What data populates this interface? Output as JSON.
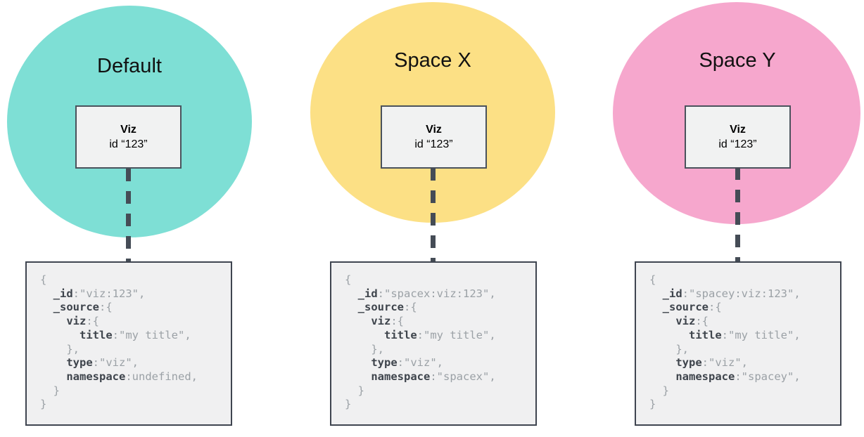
{
  "colors": {
    "title_text": "#111111",
    "card_fill": "#f1f2f2",
    "card_border": "#4a525c",
    "connector": "#454c56",
    "code_box_fill": "#f0f0f1",
    "code_box_border": "#3f4550",
    "code_key": "#3e444c",
    "code_value": "#9ba1a6"
  },
  "columns": [
    {
      "space_label": "Default",
      "circle_color": "#7edfd5",
      "viz_card": {
        "title": "Viz",
        "subtitle": "id “123”"
      },
      "code": {
        "lines": [
          [
            [
              "p",
              "{"
            ]
          ],
          [
            [
              "ind",
              "  "
            ],
            [
              "k",
              "_id"
            ],
            [
              "p",
              ":"
            ],
            [
              "v",
              "\"viz:123\","
            ]
          ],
          [
            [
              "ind",
              "  "
            ],
            [
              "k",
              "_source"
            ],
            [
              "p",
              ":"
            ],
            [
              "v",
              "{"
            ]
          ],
          [
            [
              "ind",
              "    "
            ],
            [
              "k",
              "viz"
            ],
            [
              "p",
              ":"
            ],
            [
              "v",
              "{"
            ]
          ],
          [
            [
              "ind",
              "      "
            ],
            [
              "k",
              "title"
            ],
            [
              "p",
              ":"
            ],
            [
              "v",
              "\"my title\","
            ]
          ],
          [
            [
              "ind",
              "    "
            ],
            [
              "v",
              "},"
            ]
          ],
          [
            [
              "ind",
              "    "
            ],
            [
              "k",
              "type"
            ],
            [
              "p",
              ":"
            ],
            [
              "v",
              "\"viz\","
            ]
          ],
          [
            [
              "ind",
              "    "
            ],
            [
              "k",
              "namespace"
            ],
            [
              "p",
              ":"
            ],
            [
              "v",
              "undefined,"
            ]
          ],
          [
            [
              "ind",
              "  "
            ],
            [
              "v",
              "}"
            ]
          ],
          [
            [
              "p",
              "}"
            ]
          ]
        ]
      }
    },
    {
      "space_label": "Space X",
      "circle_color": "#fce085",
      "viz_card": {
        "title": "Viz",
        "subtitle": "id “123”"
      },
      "code": {
        "lines": [
          [
            [
              "p",
              "{"
            ]
          ],
          [
            [
              "ind",
              "  "
            ],
            [
              "k",
              "_id"
            ],
            [
              "p",
              ":"
            ],
            [
              "v",
              "\"spacex:viz:123\","
            ]
          ],
          [
            [
              "ind",
              "  "
            ],
            [
              "k",
              "_source"
            ],
            [
              "p",
              ":"
            ],
            [
              "v",
              "{"
            ]
          ],
          [
            [
              "ind",
              "    "
            ],
            [
              "k",
              "viz"
            ],
            [
              "p",
              ":"
            ],
            [
              "v",
              "{"
            ]
          ],
          [
            [
              "ind",
              "      "
            ],
            [
              "k",
              "title"
            ],
            [
              "p",
              ":"
            ],
            [
              "v",
              "\"my title\","
            ]
          ],
          [
            [
              "ind",
              "    "
            ],
            [
              "v",
              "},"
            ]
          ],
          [
            [
              "ind",
              "    "
            ],
            [
              "k",
              "type"
            ],
            [
              "p",
              ":"
            ],
            [
              "v",
              "\"viz\","
            ]
          ],
          [
            [
              "ind",
              "    "
            ],
            [
              "k",
              "namespace"
            ],
            [
              "p",
              ":"
            ],
            [
              "v",
              "\"spacex\","
            ]
          ],
          [
            [
              "ind",
              "  "
            ],
            [
              "v",
              "}"
            ]
          ],
          [
            [
              "p",
              "}"
            ]
          ]
        ]
      }
    },
    {
      "space_label": "Space Y",
      "circle_color": "#f6a7cd",
      "viz_card": {
        "title": "Viz",
        "subtitle": "id “123”"
      },
      "code": {
        "lines": [
          [
            [
              "p",
              "{"
            ]
          ],
          [
            [
              "ind",
              "  "
            ],
            [
              "k",
              "_id"
            ],
            [
              "p",
              ":"
            ],
            [
              "v",
              "\"spacey:viz:123\","
            ]
          ],
          [
            [
              "ind",
              "  "
            ],
            [
              "k",
              "_source"
            ],
            [
              "p",
              ":"
            ],
            [
              "v",
              "{"
            ]
          ],
          [
            [
              "ind",
              "    "
            ],
            [
              "k",
              "viz"
            ],
            [
              "p",
              ":"
            ],
            [
              "v",
              "{"
            ]
          ],
          [
            [
              "ind",
              "      "
            ],
            [
              "k",
              "title"
            ],
            [
              "p",
              ":"
            ],
            [
              "v",
              "\"my title\","
            ]
          ],
          [
            [
              "ind",
              "    "
            ],
            [
              "v",
              "},"
            ]
          ],
          [
            [
              "ind",
              "    "
            ],
            [
              "k",
              "type"
            ],
            [
              "p",
              ":"
            ],
            [
              "v",
              "\"viz\","
            ]
          ],
          [
            [
              "ind",
              "    "
            ],
            [
              "k",
              "namespace"
            ],
            [
              "p",
              ":"
            ],
            [
              "v",
              "\"spacey\","
            ]
          ],
          [
            [
              "ind",
              "  "
            ],
            [
              "v",
              "}"
            ]
          ],
          [
            [
              "p",
              "}"
            ]
          ]
        ]
      }
    }
  ]
}
